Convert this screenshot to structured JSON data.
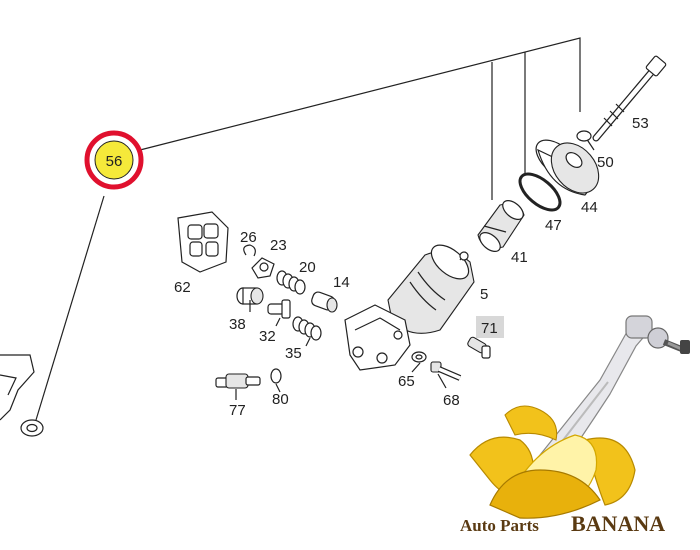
{
  "diagram": {
    "highlighted_part": "56",
    "highlight_color": "#e0102e",
    "highlight_fill": "#f5e93a",
    "part_numbers": [
      "53",
      "50",
      "44",
      "47",
      "41",
      "26",
      "23",
      "20",
      "14",
      "62",
      "5",
      "38",
      "32",
      "35",
      "71",
      "65",
      "68",
      "77",
      "80"
    ]
  },
  "brand": {
    "text_small": "Auto Parts",
    "text_big": "BANANA",
    "banana_color": "#f2c21b",
    "text_color": "#5a3a12"
  }
}
